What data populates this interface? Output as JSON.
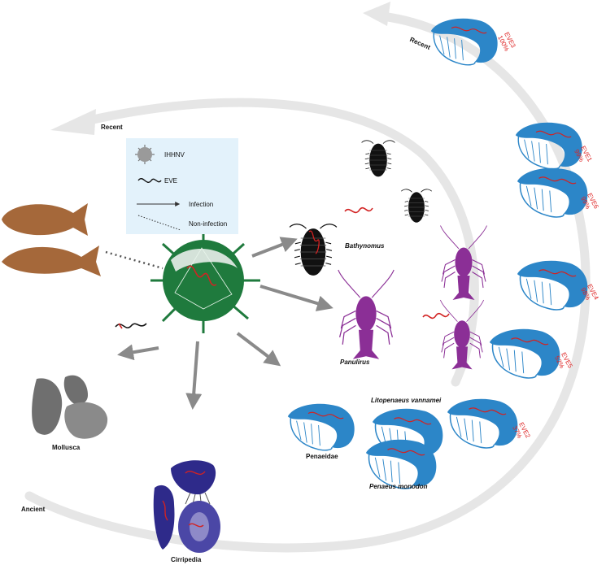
{
  "labels": {
    "recent_top": "Recent",
    "recent_mid": "Recent",
    "ancient": "Ancient"
  },
  "legend": {
    "ihhnv": "IHHNV",
    "eve": "EVE",
    "infection": "Infection",
    "non_infection": "Non-infection"
  },
  "taxa": {
    "bathynomus": "Bathynomus",
    "panulirus": "Panulirus",
    "litopenaeus": "Litopenaeus vannamei",
    "penaeidae": "Penaeidae",
    "penaeus_monodon": "Penaeus monodon",
    "mollusca": "Mollusca",
    "cirripedia": "Cirripedia"
  },
  "eves": [
    {
      "name": "EVE3",
      "identity": "100%"
    },
    {
      "name": "EVE1",
      "identity": "99%"
    },
    {
      "name": "EVE6",
      "identity": "99%"
    },
    {
      "name": "EVE4",
      "identity": "98%"
    },
    {
      "name": "EVE5",
      "identity": "52%"
    },
    {
      "name": "EVE2",
      "identity": "37%"
    }
  ],
  "colors": {
    "arc": "#e6e6e6",
    "arrow": "#8a8a8a",
    "fish": "#a5683a",
    "virus": "#1f7a3d",
    "isopod": "#111111",
    "lobster": "#8b2f96",
    "shrimp": "#2c86c8",
    "mollusc": "#6f6f6f",
    "barnacle": "#2e2a8a",
    "eve_line": "#d22222",
    "legend_bg": "#e3f2fb"
  }
}
